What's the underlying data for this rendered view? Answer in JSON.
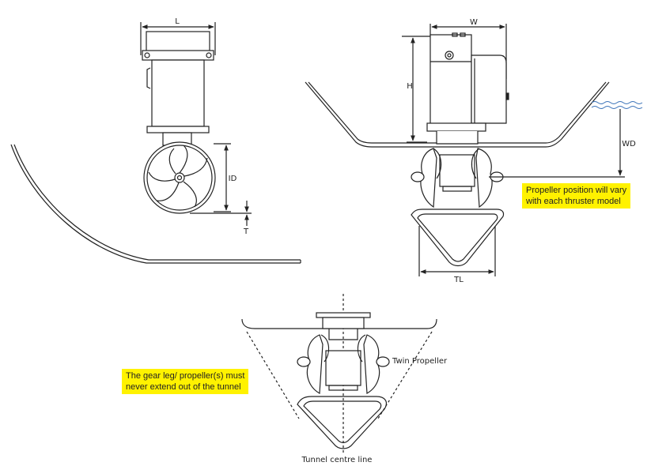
{
  "labels": {
    "L": "L",
    "W": "W",
    "H": "H",
    "ID": "ID",
    "T": "T",
    "WD": "WD",
    "TL": "TL",
    "twin_propeller": "Twin Propeller",
    "tunnel_centre_line": "Tunnel centre line"
  },
  "notes": {
    "propeller_position": [
      "Propeller position will vary",
      "with each thruster model"
    ],
    "gear_leg": [
      "The gear leg/ propeller(s) must",
      "never extend out of the tunnel"
    ]
  },
  "colors": {
    "note_background": "#fff200",
    "line": "#222222"
  }
}
